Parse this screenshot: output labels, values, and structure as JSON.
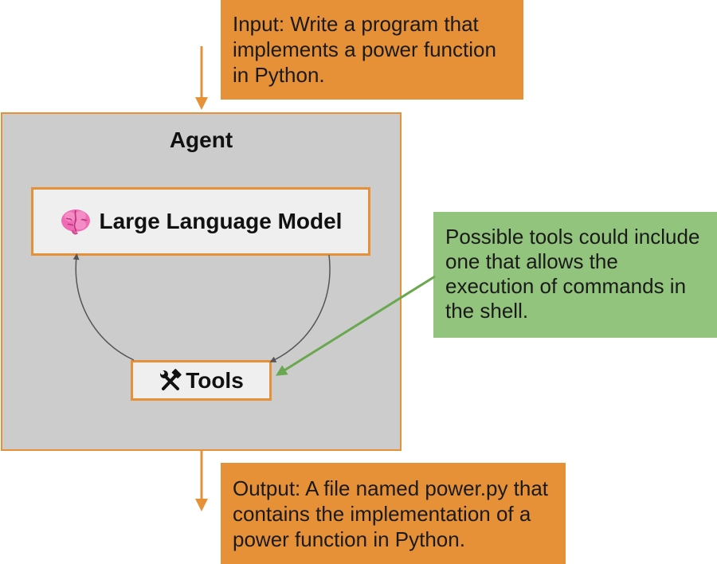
{
  "input": {
    "text": "Input: Write a program that implements a power function in Python."
  },
  "agent": {
    "title": "Agent",
    "llm_label": "Large Language Model",
    "tools_label": "Tools"
  },
  "note": {
    "text": "Possible tools could include one that allows the execution of commands in the shell."
  },
  "output": {
    "text": "Output: A file named power.py that contains the implementation of a power function in Python."
  },
  "icons": {
    "llm": "brain-icon",
    "tools": "hammer-wrench-icon"
  },
  "colors": {
    "orange": "#e69138",
    "green": "#93c47d",
    "agent_bg": "#cccccc",
    "inner_bg": "#efefef",
    "green_arrow": "#6aa84f"
  }
}
